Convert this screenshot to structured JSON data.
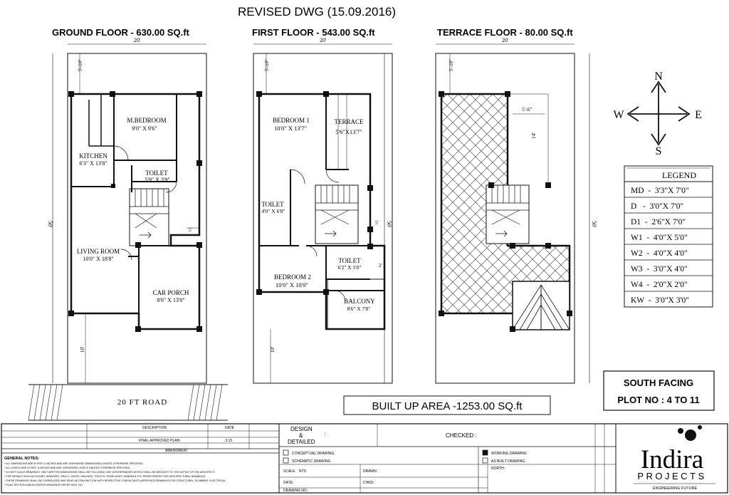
{
  "header": {
    "revised": "REVISED DWG (15.09.2016)",
    "ground_title": "GROUND FLOOR  - 630.00 SQ.ft",
    "first_title": "FIRST FLOOR  - 543.00 SQ.ft",
    "terrace_title": "TERRACE FLOOR  - 80.00 SQ.ft"
  },
  "ground": {
    "dim_width": "20'",
    "dim_depth": "50'",
    "setback_front": "5'-10\"",
    "setback_rear": "10'",
    "side_gap": "5'",
    "rooms": [
      {
        "name": "M.BEDROOM",
        "size": "9'0\" X 9'6\""
      },
      {
        "name": "KITCHEN",
        "size": "6'3\" X 13'8\""
      },
      {
        "name": "TOILET",
        "size": "5'9\" X 3'9\""
      },
      {
        "name": "LIVING ROOM",
        "size": "10'0\" X 18'8\""
      },
      {
        "name": "CAR PORCH",
        "size": "8'6\" X 13'0\""
      }
    ]
  },
  "first": {
    "dim_width": "20'",
    "dim_depth": "50'",
    "setback_front": "5'-10\"",
    "setback_rear": "10'",
    "side_gap_1": "5'",
    "side_gap_2": "2'",
    "rooms": [
      {
        "name": "BEDROOM 1",
        "size": "10'0\" X 13'7\""
      },
      {
        "name": "TERRACE",
        "size": "5'6\"X13'7\""
      },
      {
        "name": "TOILET",
        "size": "4'0\" X 6'8\""
      },
      {
        "name": "TOILET",
        "size": "6'2\" X 5'0\""
      },
      {
        "name": "BEDROOM 2",
        "size": "10'0\" X 10'0\""
      },
      {
        "name": "BALCONY",
        "size": "8'6\" X 7'8\""
      }
    ]
  },
  "terrace": {
    "dim_width": "20'",
    "dim_depth": "50'",
    "setback_front": "5'-10\"",
    "dim_top": "5'-6\"",
    "dim_side": "14'"
  },
  "compass": {
    "n": "N",
    "s": "S",
    "e": "E",
    "w": "W"
  },
  "legend": {
    "title": "LEGEND",
    "rows": [
      "MD  -  3'3\"X 7'0\"",
      "D   -  3'0\"X 7'0\"",
      "D1  -  2'6\"X 7'0\"",
      "W1  -  4'0\"X 5'0\"",
      "W2  -  4'0\"X 4'0\"",
      "W3  -  3'0\"X 4'0\"",
      "W4  -  2'0\"X 2'0\"",
      "KW  -  3'0\"X 3'0\""
    ]
  },
  "road": "20 FT ROAD",
  "built_up": "BUILT UP AREA  -1253.00 SQ.ft",
  "facing": {
    "line1": "SOUTH FACING",
    "line2": "PLOT NO : 4 TO 11"
  },
  "title_block": {
    "col_description": "DESCRIPTION",
    "col_date": "DATE",
    "row1_desc": "FINAL APPROVED PLAN",
    "row1_date": ".3.15",
    "amendment": "AMENDMENT",
    "general_notes": "GENERAL NOTES:",
    "notes": [
      "* ALL DIMENSIONS ARE IN FEET & INCHES AND ARE UNFINISHED DIMENSIONS UNLESS OTHERWISE SPECIFIED.",
      "* ALL LEVELS ARE IN FEET & INCHES AND ARE UNFINISHED LEVELS UNLESS OTHERWISE SPECIFIED.",
      "* DO NOT SCALE DRAWINGS. ONLY WRITTEN DIMENSIONS SHALL BE FOLLOWED. ANY DISCREPANCIES NOTED SHALL BE BROUGHT TO THE NOTICE OF THE ARCHITECT.",
      "* FOR DETAILS SUCH AS DOORS, WINDOWS, GRILLS, GATES, RAILINGS, TOILETS, STAIRCASES, HANDRAIL ETC REFER RESPECTIVE ARCHITECTURAL DRAWINGS.",
      "* THESE DRAWINGS SHALL BE CORRELATED AND READ IN CONJUNCTION WITH RESPECTIVE CONSULTANTS APPROVED DRAWINGS FOR STRUCTURAL, PLUMBING, ELECTRICAL.",
      "* PLAN, SECTION AND ELEVATION DRAWINGS REFER DWG. NO."
    ],
    "design_detailed": [
      "DESIGN",
      "&",
      "DETAILED"
    ],
    "colon": ":",
    "checked": "CHECKED :",
    "conceptual": "CONCEPTUAL DRAWING",
    "schematic": "SCHEMATIC DRAWING",
    "working": "WORKING DRAWING",
    "as_built": "AS BUILT DRAWING",
    "scale_label": "SCALE:",
    "scale_value": "NTS",
    "drawn": "DRAWN:",
    "date_label": "DATE:",
    "chkd": "CHKD:",
    "drawing_no": "DRAWING NO.:",
    "north": "NORTH:"
  },
  "logo": {
    "brand": "Indira",
    "sub": "PROJECTS",
    "tag": "ENGINEERING FUTURE"
  },
  "colors": {
    "line": "#111111",
    "hatch": "#555555"
  }
}
